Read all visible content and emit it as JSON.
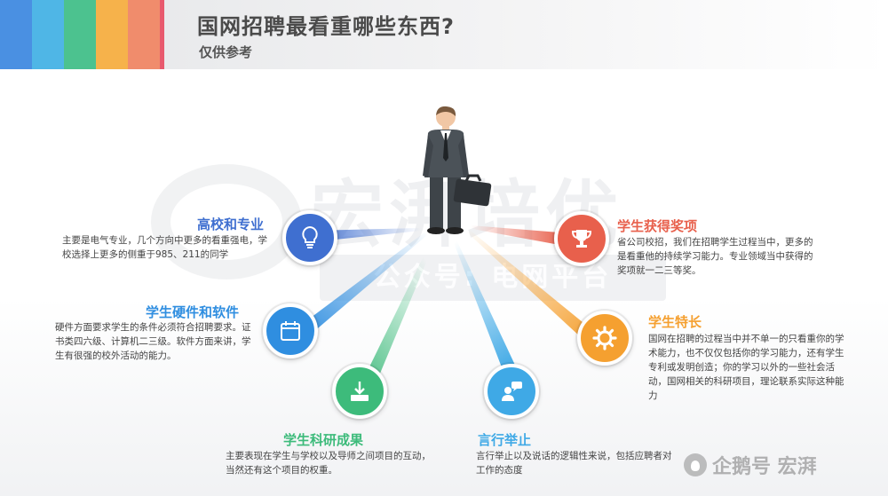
{
  "header": {
    "title": "国网招聘最看重哪些东西?",
    "subtitle": "仅供参考",
    "bar_colors": [
      "#4a90e2",
      "#4fb6e6",
      "#4cc28f",
      "#f6b24b",
      "#f08c6c",
      "#e85a6e"
    ]
  },
  "watermark": {
    "brand": "宏湃培优",
    "sub": "公众号: 电网平台",
    "footer": "企鹅号 宏湃"
  },
  "center": {
    "icon": "businessman-with-briefcase-icon"
  },
  "items": [
    {
      "key": "school",
      "title": "高校和专业",
      "desc": "主要是电气专业，几个方向中更多的看重强电，学校选择上更多的侧重于985、211的同学",
      "color": "#3f6fd0",
      "icon": "lightbulb-icon"
    },
    {
      "key": "hardware",
      "title": "学生硬件和软件",
      "desc": "硬件方面要求学生的条件必须符合招聘要求。证书类四六级、计算机二三级。软件方面来讲，学生有很强的校外活动的能力。",
      "color": "#2f8ee0",
      "icon": "calendar-icon"
    },
    {
      "key": "research",
      "title": "学生科研成果",
      "desc": "主要表现在学生与学校以及导师之间项目的互动，当然还有这个项目的权重。",
      "color": "#3dbb7b",
      "icon": "download-icon"
    },
    {
      "key": "speech",
      "title": "言行举止",
      "desc": "言行举止以及说话的逻辑性来说，包括应聘者对工作的态度",
      "color": "#3fa9e6",
      "icon": "person-speech-icon"
    },
    {
      "key": "specialty",
      "title": "学生特长",
      "desc": "国网在招聘的过程当中并不单一的只看重你的学术能力，也不仅仅包括你的学习能力，还有学生专利或发明创造；你的学习以外的一些社会活动，国网相关的科研项目，理论联系实际这种能力",
      "color": "#f5a030",
      "icon": "gear-icon"
    },
    {
      "key": "awards",
      "title": "学生获得奖项",
      "desc": "省公司校招，我们在招聘学生过程当中，更多的是看重他的持续学习能力。专业领域当中获得的奖项就一二三等奖。",
      "color": "#e8604c",
      "icon": "trophy-icon"
    }
  ]
}
